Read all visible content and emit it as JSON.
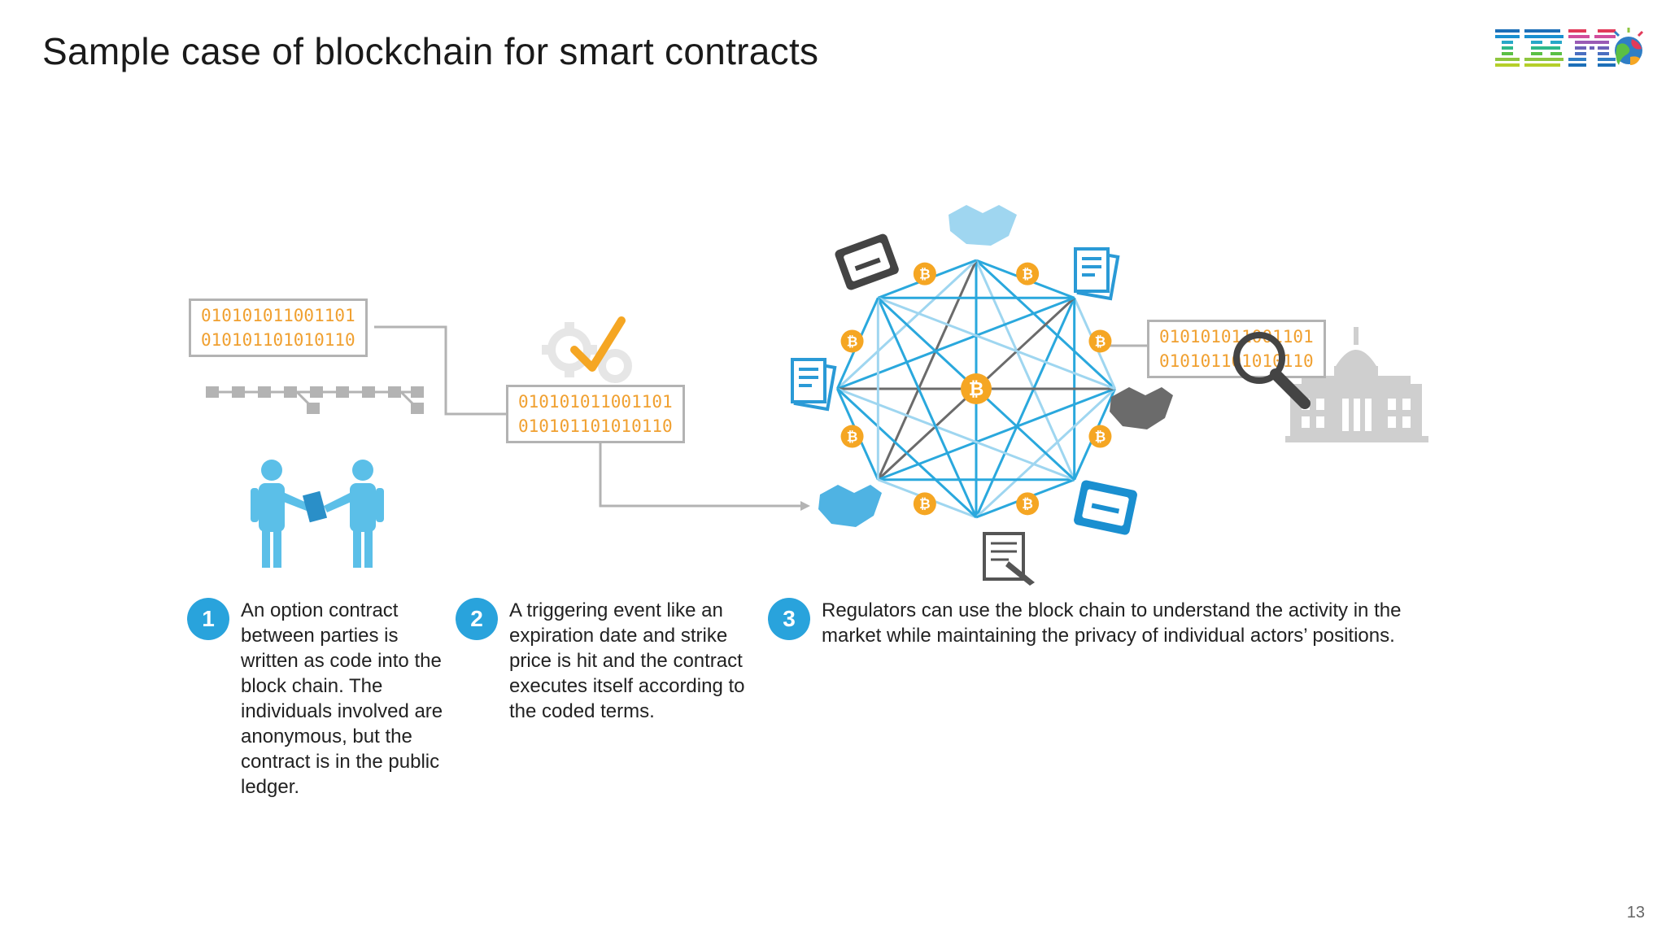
{
  "slide": {
    "title": "Sample case of blockchain for smart contracts",
    "page_number": "13",
    "logo_text": "IBM"
  },
  "binary": {
    "line1": "010101011001101",
    "line2": "010101101010110"
  },
  "steps": [
    {
      "number": "1",
      "text": "An option contract between parties is written as code into the block chain. The individuals involved are anonymous, but the contract is in the public ledger."
    },
    {
      "number": "2",
      "text": "A triggering event like an expiration date and strike price is hit and the contract executes itself according to the coded terms."
    },
    {
      "number": "3",
      "text": "Regulators can use the block chain to understand the activity in the market while maintaining the privacy of individual actors’ positions."
    }
  ],
  "icons": {
    "bitcoin_symbol": "₿"
  },
  "colors": {
    "accent_blue": "#29a3dc",
    "binary_orange": "#f0a030",
    "coin_orange": "#f5a623",
    "line_gray": "#b3b3b3",
    "icon_light_blue": "#8fd0ee"
  }
}
